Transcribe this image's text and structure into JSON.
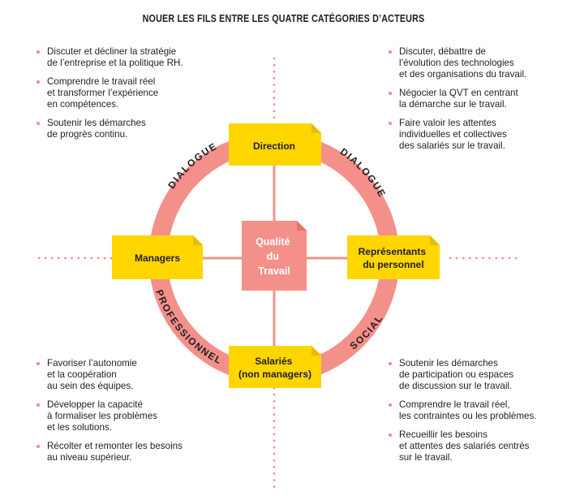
{
  "title": "NOUER LES FILS ENTRE LES QUATRE CATÉGORIES D’ACTEURS",
  "colors": {
    "ring": "#f4908a",
    "node_fill": "#ffd600",
    "center_fill": "#f4908a",
    "dots": "#f08a84"
  },
  "center": {
    "lines": [
      "Qualité",
      "du",
      "Travail"
    ]
  },
  "nodes": {
    "direction": {
      "lines": [
        "Direction"
      ]
    },
    "managers": {
      "lines": [
        "Managers"
      ]
    },
    "representants": {
      "lines": [
        "Représentants",
        "du personnel"
      ]
    },
    "salaries": {
      "lines": [
        "Salariés",
        "(non managers)"
      ]
    }
  },
  "arc_labels": {
    "top_left": "DIALOGUE",
    "top_right": "DIALOGUE",
    "bottom_left": "PROFESSIONNEL",
    "bottom_right": "SOCIAL"
  },
  "lists": {
    "top_left": [
      "Discuter et décliner la stratégie\nde l’entreprise et la politique RH.",
      "Comprendre le travail réel\net transformer l’expérience\nen compétences.",
      "Soutenir les démarches\nde progrès continu."
    ],
    "top_right": [
      "Discuter, débattre de\nl’évolution des technologies\net des organisations du travail.",
      "Négocier la QVT en centrant\nla démarche sur le travail.",
      "Faire valoir les attentes\nindividuelles et collectives\ndes salariés sur le travail."
    ],
    "bottom_left": [
      "Favoriser l’autonomie\net la coopération\nau sein des équipes.",
      "Développer la capacité\nà formaliser les problèmes\net les solutions.",
      "Récolter et remonter les besoins\nau niveau supérieur."
    ],
    "bottom_right": [
      "Soutenir les démarches\nde participation ou espaces\nde discussion sur le travail.",
      "Comprendre le travail réel,\nles contraintes ou les problèmes.",
      "Recueillir les besoins\net attentes des salariés centrés\nsur le travail."
    ]
  }
}
